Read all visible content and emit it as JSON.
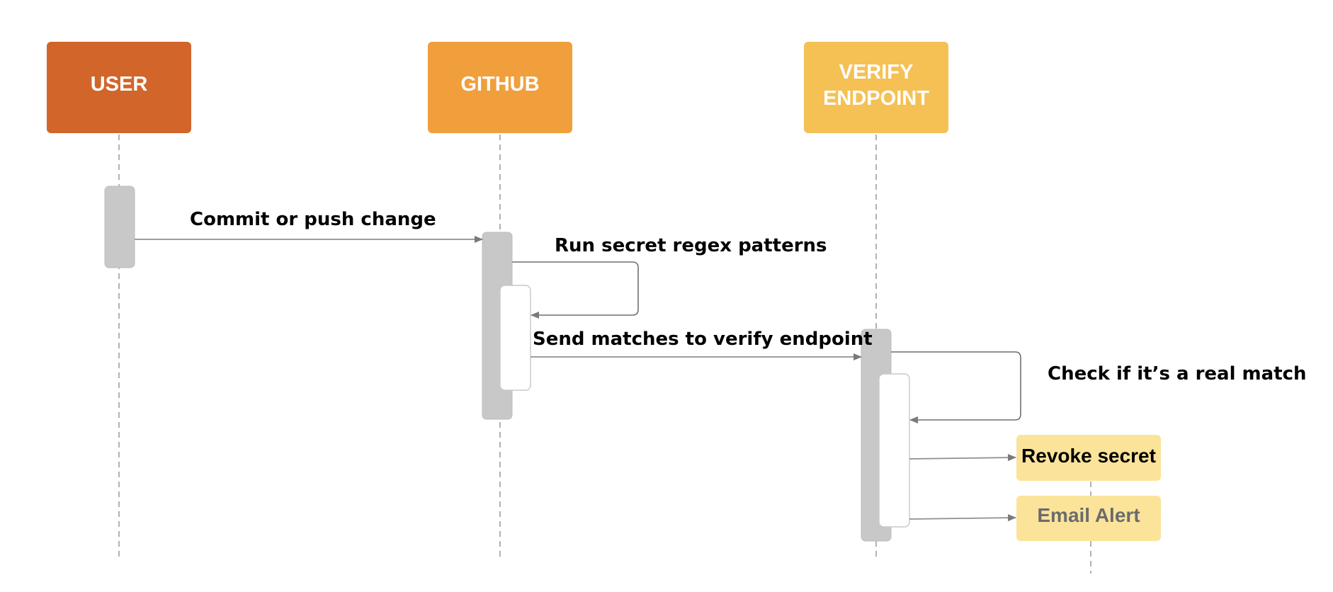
{
  "actors": [
    {
      "id": "user",
      "lines": [
        "USER"
      ],
      "color": "#D2652A"
    },
    {
      "id": "github",
      "lines": [
        "GITHUB"
      ],
      "color": "#F09F3C"
    },
    {
      "id": "verify",
      "lines": [
        "VERIFY",
        "ENDPOINT"
      ],
      "color": "#F5C155"
    }
  ],
  "messages": {
    "commit": "Commit or push change",
    "run_regex": "Run secret regex patterns",
    "send_matches": "Send matches to verify endpoint",
    "check_match": "Check if it’s a real match"
  },
  "actions": {
    "revoke": {
      "label": "Revoke secret",
      "color": "#FBE49A"
    },
    "email": {
      "label": "Email Alert",
      "color": "#FBE49A"
    }
  }
}
